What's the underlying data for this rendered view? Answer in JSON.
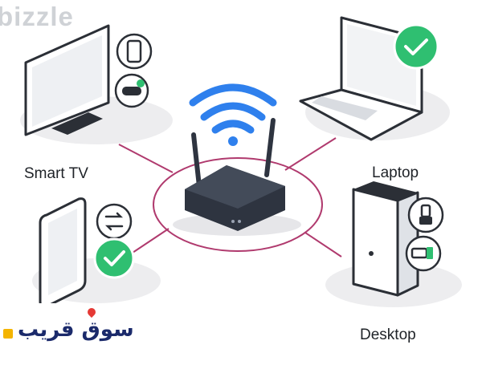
{
  "watermark": {
    "text": "bizzle"
  },
  "devices": {
    "smart_tv": {
      "label": "Smart TV"
    },
    "laptop": {
      "label": "Laptop"
    },
    "phone": {
      "label": ""
    },
    "desktop": {
      "label": "Desktop"
    }
  },
  "badge": {
    "text": "سوق قريب"
  },
  "colors": {
    "connection_line": "#b03a6e",
    "wifi": "#2f80ed",
    "check": "#2fbf71",
    "device_fill": "#ffffff",
    "device_stroke": "#2b2f36",
    "router": "#2e3440",
    "shadow": "#ececee"
  },
  "icons": [
    "router-icon",
    "wifi-icon",
    "tv-icon",
    "laptop-icon",
    "phone-icon",
    "desktop-icon",
    "check-icon",
    "usb-icon"
  ]
}
